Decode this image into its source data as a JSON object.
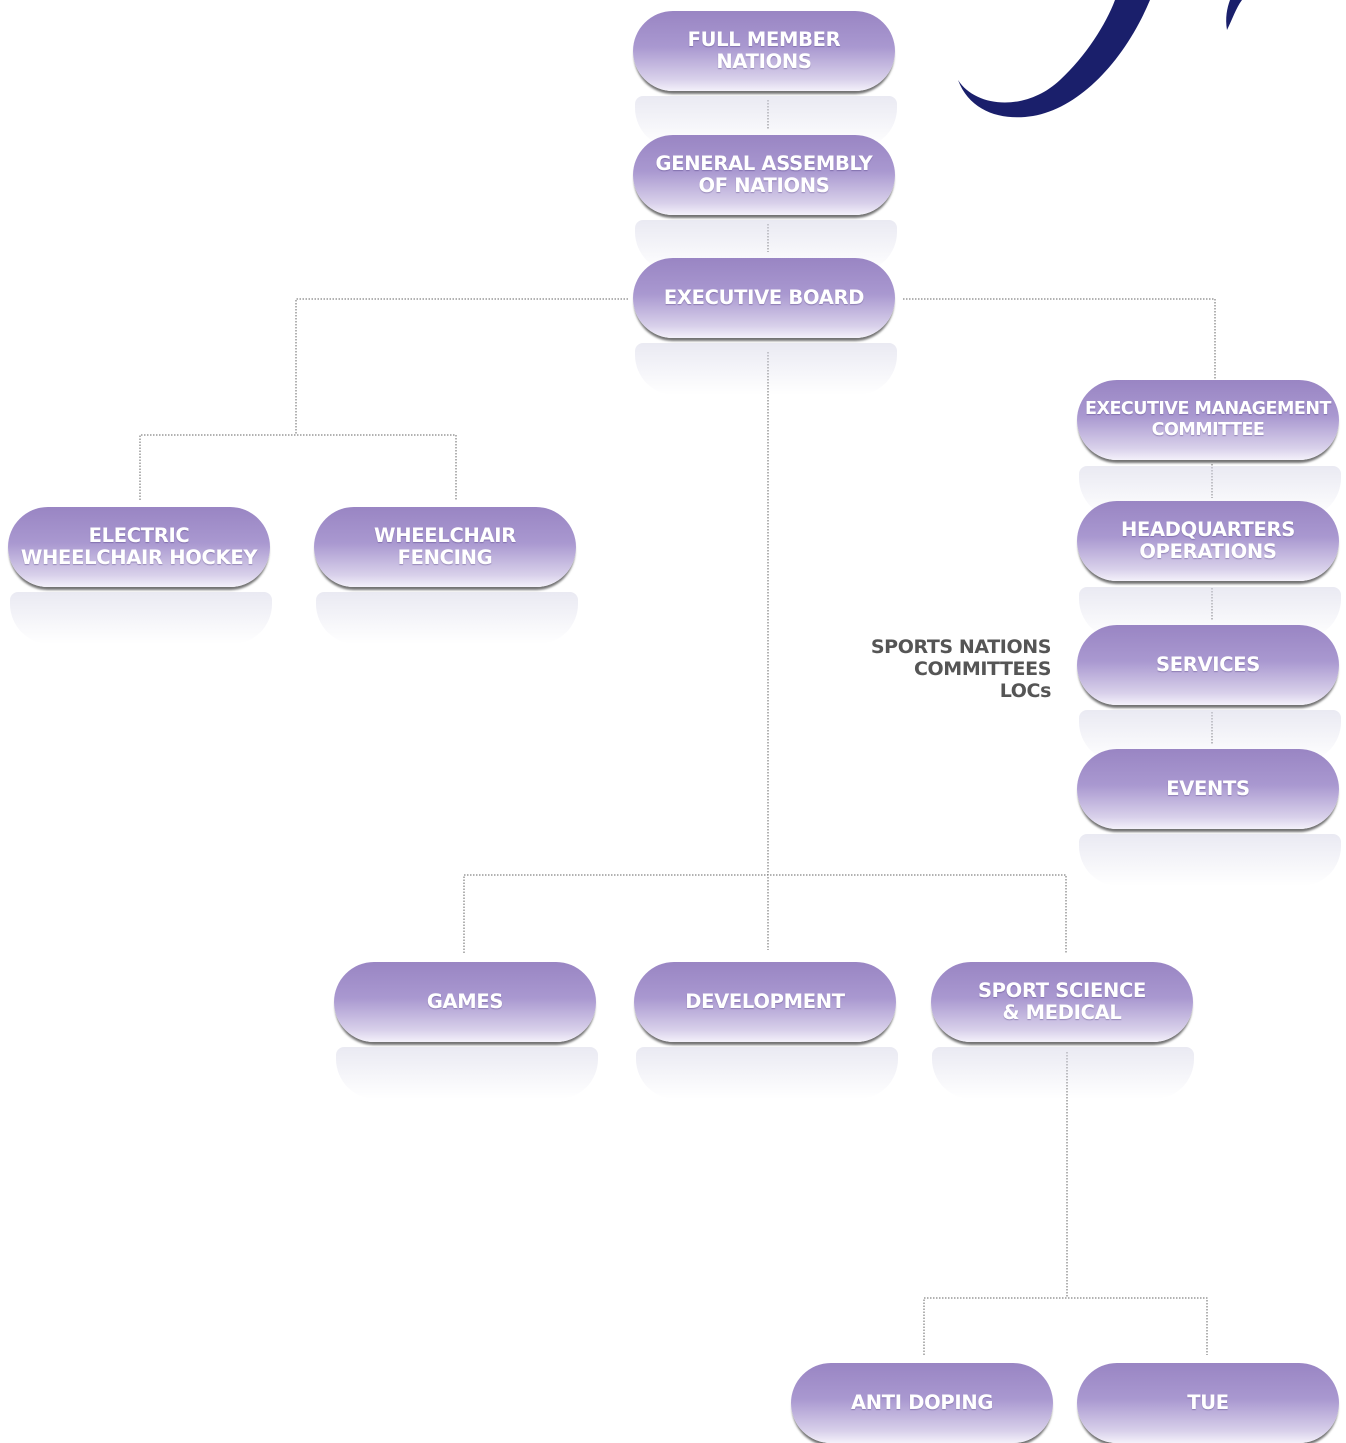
{
  "nodes": {
    "full_member_nations": "FULL MEMBER\nNATIONS",
    "general_assembly": "GENERAL ASSEMBLY\nOF NATIONS",
    "executive_board": "EXECUTIVE BOARD",
    "executive_management": "EXECUTIVE MANAGEMENT\nCOMMITTEE",
    "headquarters_operations": "HEADQUARTERS\nOPERATIONS",
    "services": "SERVICES",
    "events": "EVENTS",
    "electric_wheelchair_hockey": "ELECTRIC\nWHEELCHAIR HOCKEY",
    "wheelchair_fencing": "WHEELCHAIR\nFENCING",
    "games": "GAMES",
    "development": "DEVELOPMENT",
    "sport_science_medical": "SPORT SCIENCE\n& MEDICAL",
    "anti_doping": "ANTI DOPING",
    "tue": "TUE"
  },
  "side_label": {
    "line1": "SPORTS NATIONS",
    "line2": "COMMITTEES",
    "line3": "LOCs"
  },
  "colors": {
    "node_top": "#9985c3",
    "node_bottom": "#f4f1fa",
    "node_text": "#ffffff",
    "connector": "#666666",
    "logo": "#1a1f6b",
    "side_label": "#555555"
  },
  "icons": {
    "logo": "swoosh-logo-fragment"
  }
}
